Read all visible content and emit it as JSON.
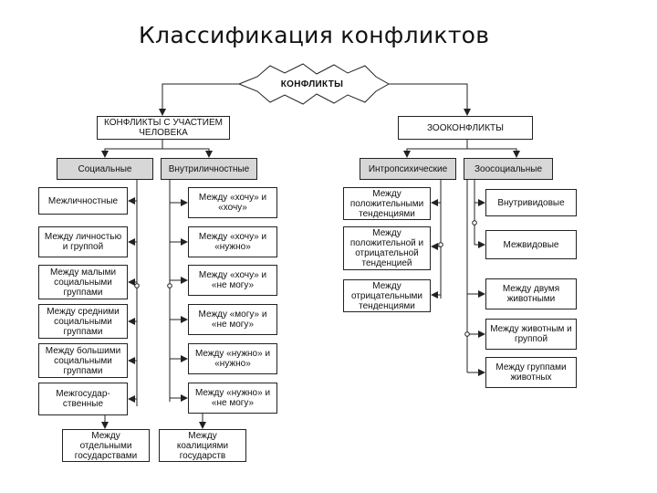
{
  "title": "Классификация конфликтов",
  "root": {
    "label": "КОНФЛИКТЫ"
  },
  "branches": {
    "human": {
      "label": "КОНФЛИКТЫ С УЧАСТИЕМ ЧЕЛОВЕКА"
    },
    "zoo": {
      "label": "ЗООКОНФЛИКТЫ"
    }
  },
  "categories": {
    "social": {
      "label": "Социальные"
    },
    "intrapersonal": {
      "label": "Внутриличностные"
    },
    "intrapsychic": {
      "label": "Интропсихические"
    },
    "zoosocial": {
      "label": "Зоосоциальные"
    }
  },
  "social_items": [
    "Межличностные",
    "Между личностью и группой",
    "Между малыми социальными группами",
    "Между средними социальными группами",
    "Между большими социальными группами",
    "Межгосудар-ственные"
  ],
  "social_sub": "Между отдельными государствами",
  "intrapersonal_items": [
    "Между «хочу» и «хочу»",
    "Между «хочу» и «нужно»",
    "Между «хочу» и «не могу»",
    "Между «могу» и «не могу»",
    "Между «нужно» и «нужно»",
    "Между «нужно» и «не могу»"
  ],
  "intrapersonal_sub": "Между коалициями государств",
  "intrapsychic_items": [
    "Между положительными тенденциями",
    "Между положительной и отрицательной тенденцией",
    "Между отрицательными тенденциями"
  ],
  "zoosocial_items": [
    "Внутривидовые",
    "Межвидовые",
    "Между двумя животными",
    "Между животным и группой",
    "Между группами животных"
  ]
}
